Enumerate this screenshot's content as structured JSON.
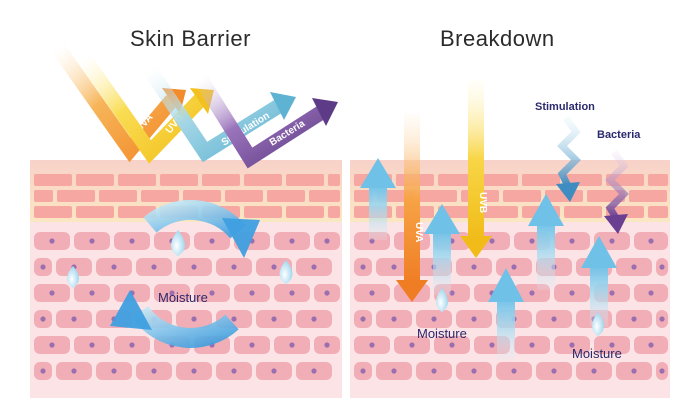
{
  "titles": {
    "left": "Skin Barrier",
    "right": "Breakdown"
  },
  "left_panel": {
    "arrows": [
      {
        "label": "UVA",
        "color": "#f2a344"
      },
      {
        "label": "UVB",
        "color": "#f6d03d"
      },
      {
        "label": "Stimulation",
        "color": "#7fc4dc"
      },
      {
        "label": "Bacteria",
        "color": "#7a4c9c"
      }
    ],
    "moisture_label": "Moisture",
    "cycle_arrow_color": "#5aaee6"
  },
  "right_panel": {
    "uva_label": "UVA",
    "uvb_label": "UVB",
    "stimulation_label": "Stimulation",
    "bacteria_label": "Bacteria",
    "moisture_labels": [
      "Moisture",
      "Moisture"
    ]
  },
  "colors": {
    "stratum_top": "#f7c9c0",
    "brick": "#f6a7a2",
    "mortar": "#fbe9b8",
    "cell": "#f2aeb6",
    "cell_bg": "#fbe4e6",
    "nucleus": "#9a6fb0",
    "water": "#a9dff2",
    "label_text": "#2c2a6e"
  }
}
